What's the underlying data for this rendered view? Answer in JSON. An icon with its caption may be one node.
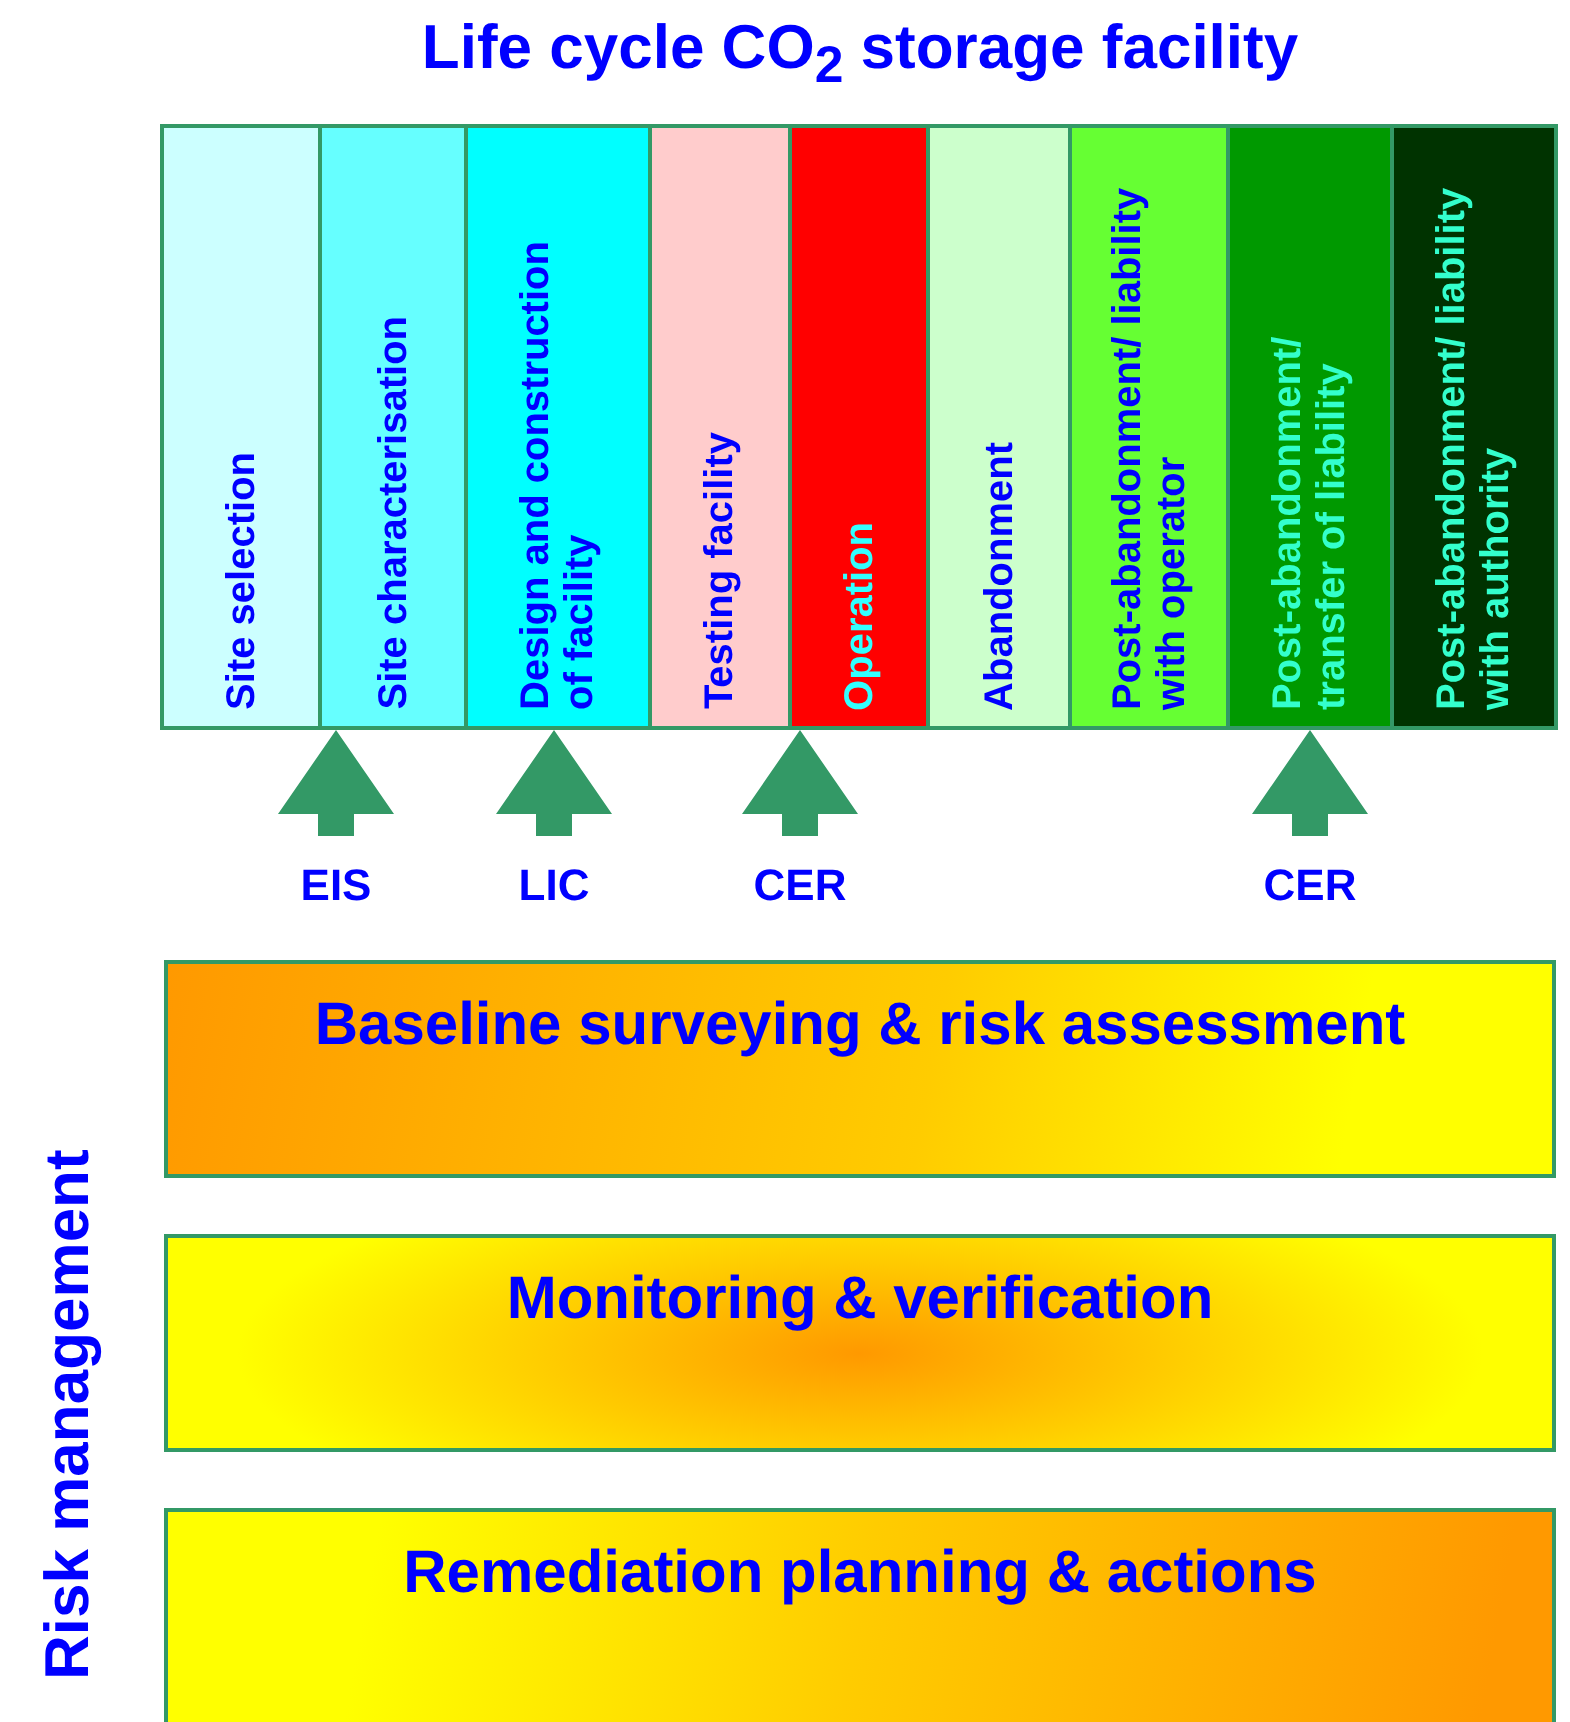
{
  "diagram": {
    "title": "Life cycle CO$_{2}$ storage facility",
    "nodes": [
      {
        "text": [
          "Site selection"
        ]
      },
      {
        "text": [
          "Site characterisation"
        ]
      },
      {
        "text": [
          "Design and construction of facility"
        ]
      },
      {
        "text": [
          "Testing facility"
        ]
      },
      {
        "text": [
          "Operation"
        ]
      },
      {
        "text": [
          "Abandonment"
        ]
      },
      {
        "text": [
          "Post-abandonment/ liability with operator"
        ]
      },
      {
        "text": [
          "Post-abandonment/ transfer of liability"
        ]
      },
      {
        "text": [
          "Post-abandonment/ liability with authority"
        ]
      },
      {
        "text": [
          "EIS"
        ]
      },
      {
        "text": [
          "LIC"
        ]
      },
      {
        "text": [
          "CER"
        ]
      },
      {
        "text": [
          "CER"
        ]
      },
      {
        "text": [
          "Baseline surveying & risk assessment"
        ]
      },
      {
        "text": [
          "Monitoring & verification"
        ]
      },
      {
        "text": [
          "Remediation planning & actions"
        ]
      }
    ],
    "edges": [
      {
        "from": 9,
        "to": 1,
        "arrow": "to"
      },
      {
        "from": 10,
        "to": 2,
        "arrow": "to"
      },
      {
        "from": 11,
        "to": 4,
        "arrow": "to"
      },
      {
        "from": 12,
        "to": 7,
        "arrow": "to"
      }
    ],
    "labels": [
      "Risk management"
    ]
  }
}
